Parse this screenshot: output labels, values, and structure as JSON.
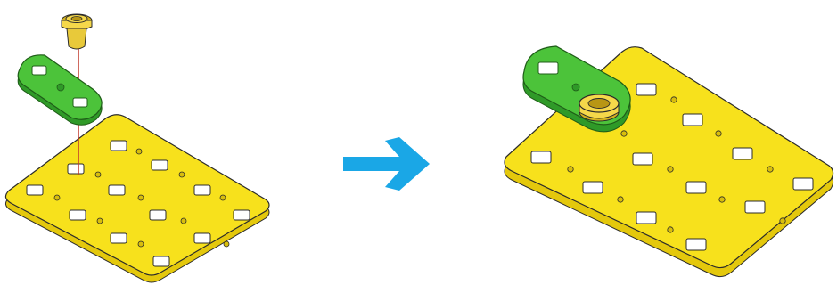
{
  "diagram": {
    "steps": [
      {
        "id": "before",
        "state": "exploded",
        "parts": [
          "yellow-plug",
          "green-link",
          "yellow-plate"
        ],
        "alignment_line_color": "#c0392b"
      },
      {
        "id": "after",
        "state": "assembled",
        "parts": [
          "green-link",
          "yellow-plug",
          "yellow-plate"
        ]
      }
    ],
    "arrow": {
      "icon": "right-arrow-icon",
      "color": "#1aa7e6"
    }
  },
  "colors": {
    "plate": "#f7e11c",
    "plate_side": "#e4c80c",
    "plate_slot": "#ffffff",
    "plate_outline": "#2b2b2b",
    "link": "#4cc33a",
    "link_side": "#2f9a28",
    "plug": "#f5d84a",
    "plug_side": "#d3b21f"
  }
}
